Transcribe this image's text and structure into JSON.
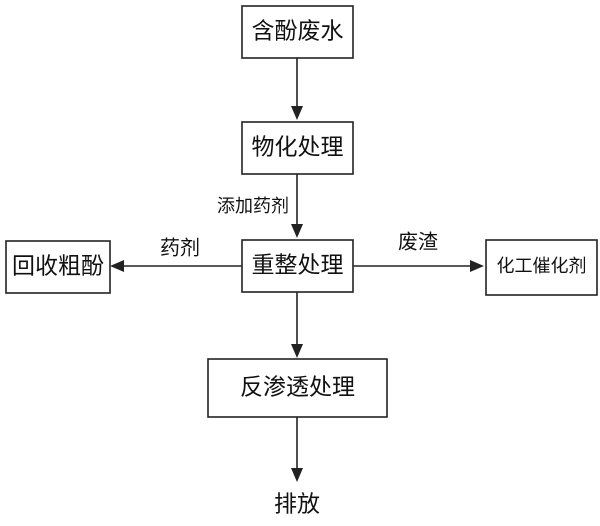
{
  "nodes": {
    "phenol_wastewater": "含酚废水",
    "physicochemical_treatment": "物化处理",
    "reforming_treatment": "重整处理",
    "crude_phenol_recovery": "回收粗酚",
    "chemical_catalyst": "化工催化剂",
    "reverse_osmosis_treatment": "反渗透处理",
    "discharge": "排放"
  },
  "labels": {
    "add_agent": "添加药剂",
    "agent": "药剂",
    "waste_residue": "废渣"
  }
}
